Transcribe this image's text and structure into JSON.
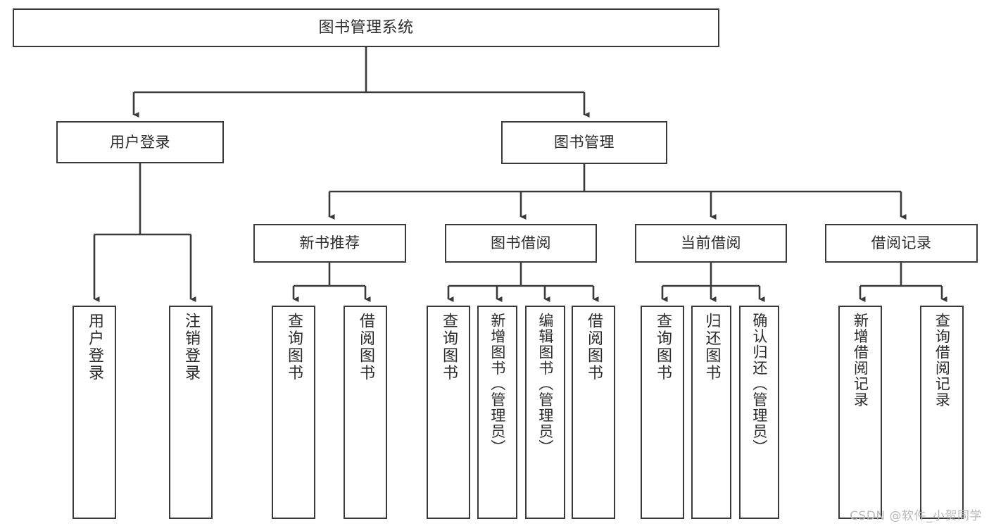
{
  "diagram": {
    "title": "图书管理系统",
    "type": "tree",
    "colors": {
      "background": "#ffffff",
      "box_border": "#3a3a3a",
      "connector": "#3a3a3a",
      "text": "#2b2b2b",
      "watermark": "#b9b9b9"
    },
    "root": {
      "label": "图书管理系统"
    },
    "level2": [
      {
        "label": "用户登录"
      },
      {
        "label": "图书管理"
      }
    ],
    "level3": [
      {
        "label": "新书推荐"
      },
      {
        "label": "图书借阅"
      },
      {
        "label": "当前借阅"
      },
      {
        "label": "借阅记录"
      }
    ],
    "leaves": {
      "user_login": [
        {
          "label": "用户登录"
        },
        {
          "label": "注销登录"
        }
      ],
      "new_book": [
        {
          "label": "查询图书"
        },
        {
          "label": "借阅图书"
        }
      ],
      "borrow_book": [
        {
          "label": "查询图书"
        },
        {
          "label": "新增图书（管理员）"
        },
        {
          "label": "编辑图书（管理员）"
        },
        {
          "label": "借阅图书"
        }
      ],
      "current_borrow": [
        {
          "label": "查询图书"
        },
        {
          "label": "归还图书"
        },
        {
          "label": "确认归还（管理员）"
        }
      ],
      "borrow_record": [
        {
          "label": "新增借阅记录"
        },
        {
          "label": "查询借阅记录"
        }
      ]
    }
  },
  "watermark": {
    "text": "CSDN @软件_小贺同学"
  }
}
